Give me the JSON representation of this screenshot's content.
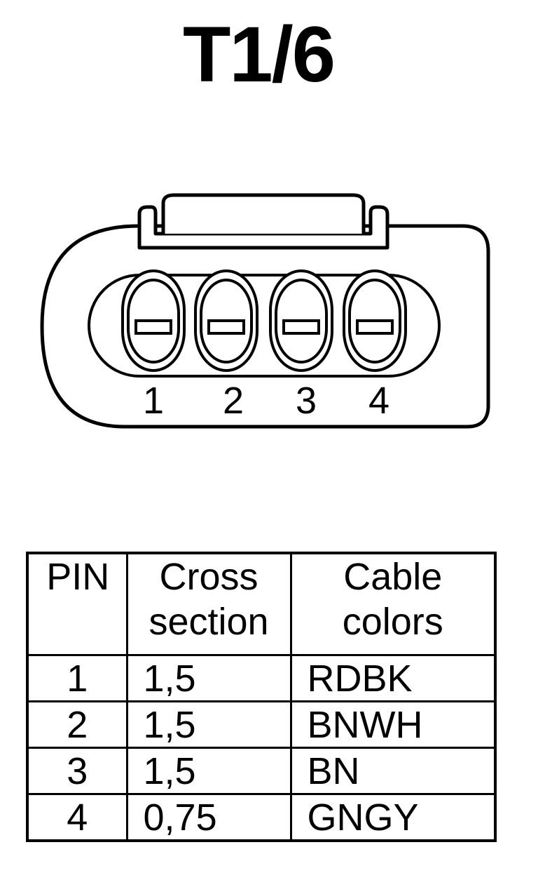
{
  "title": "T1/6",
  "connector": {
    "pins": [
      "1",
      "2",
      "3",
      "4"
    ]
  },
  "table": {
    "headers": {
      "pin": "PIN",
      "cross_section_line1": "Cross",
      "cross_section_line2": "section",
      "cable_colors_line1": "Cable",
      "cable_colors_line2": "colors"
    },
    "rows": [
      {
        "pin": "1",
        "cross_section": "1,5",
        "color": "RDBK"
      },
      {
        "pin": "2",
        "cross_section": "1,5",
        "color": "BNWH"
      },
      {
        "pin": "3",
        "cross_section": "1,5",
        "color": "BN"
      },
      {
        "pin": "4",
        "cross_section": "0,75",
        "color": "GNGY"
      }
    ]
  }
}
